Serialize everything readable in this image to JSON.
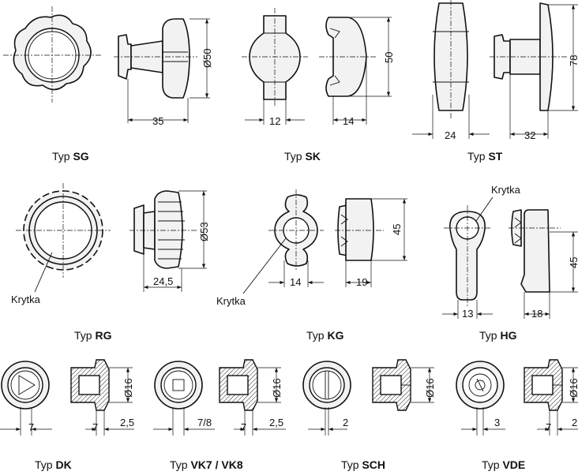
{
  "type_prefix": "Typ",
  "captions": {
    "sg": "SG",
    "sk": "SK",
    "st": "ST",
    "rg": "RG",
    "kg": "KG",
    "hg": "HG",
    "dk": "DK",
    "vk": "VK7 / VK8",
    "sch": "SCH",
    "vde": "VDE"
  },
  "dims": {
    "sg_w": "35",
    "sg_d": "Ø50",
    "sk_a": "12",
    "sk_b": "14",
    "sk_h": "50",
    "st_a": "24",
    "st_b": "32",
    "st_h": "78",
    "rg_w": "24,5",
    "rg_d": "Ø53",
    "kg_a": "14",
    "kg_b": "19",
    "kg_h": "45",
    "hg_a": "13",
    "hg_b": "18",
    "hg_h": "45",
    "dk_a": "7",
    "dk_b": "7",
    "dk_c": "2,5",
    "dk_d": "Ø16",
    "vk_a": "7/8",
    "vk_b": "7",
    "vk_c": "2,5",
    "vk_d": "Ø16",
    "sch_a": "2",
    "sch_d": "Ø16",
    "vde_a": "3",
    "vde_b": "7",
    "vde_c": "2",
    "vde_d": "Ø16"
  },
  "labels": {
    "krytka": "Krytka"
  }
}
